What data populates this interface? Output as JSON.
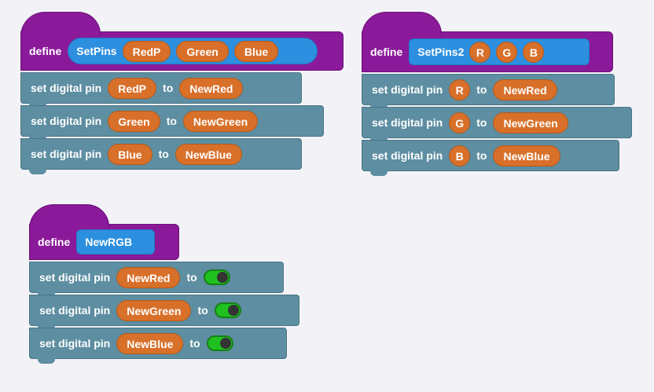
{
  "scripts": [
    {
      "define_label": "define",
      "name": "SetPins",
      "params": [
        "RedP",
        "Green",
        "Blue"
      ],
      "commands": [
        {
          "label": "set digital pin",
          "pin": "RedP",
          "to_label": "to",
          "value": "NewRed"
        },
        {
          "label": "set digital pin",
          "pin": "Green",
          "to_label": "to",
          "value": "NewGreen"
        },
        {
          "label": "set digital pin",
          "pin": "Blue",
          "to_label": "to",
          "value": "NewBlue"
        }
      ]
    },
    {
      "define_label": "define",
      "name": "SetPins2",
      "params": [
        "R",
        "G",
        "B"
      ],
      "commands": [
        {
          "label": "set digital pin",
          "pin": "R",
          "to_label": "to",
          "value": "NewRed"
        },
        {
          "label": "set digital pin",
          "pin": "G",
          "to_label": "to",
          "value": "NewGreen"
        },
        {
          "label": "set digital pin",
          "pin": "B",
          "to_label": "to",
          "value": "NewBlue"
        }
      ]
    },
    {
      "define_label": "define",
      "name": "NewRGB",
      "commands": [
        {
          "label": "set digital pin",
          "pin": "NewRed",
          "to_label": "to",
          "value_toggle": "on"
        },
        {
          "label": "set digital pin",
          "pin": "NewGreen",
          "to_label": "to",
          "value_toggle": "on"
        },
        {
          "label": "set digital pin",
          "pin": "NewBlue",
          "to_label": "to",
          "value_toggle": "on"
        }
      ]
    }
  ],
  "colors": {
    "define_block": "#8a1a99",
    "prototype": "#2d8fe0",
    "reporter": "#d8702a",
    "command_block": "#5d8ea1",
    "toggle_on": "#20c020"
  }
}
